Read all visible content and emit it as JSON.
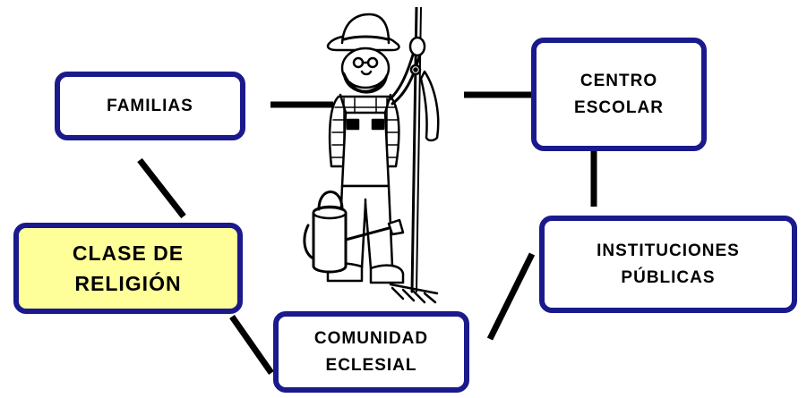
{
  "diagram": {
    "nodes": {
      "familias": "FAMILIAS",
      "centro_escolar": "CENTRO\nESCOLAR",
      "clase_religion": "CLASE DE\nRELIGIÓN",
      "instituciones": "INSTITUCIONES\nPÚBLICAS",
      "comunidad": "COMUNIDAD\nECLESIAL"
    },
    "colors": {
      "border": "#1a1a8c",
      "highlight_fill": "#ffff99"
    },
    "illustration": "farmer-with-watering-can"
  }
}
